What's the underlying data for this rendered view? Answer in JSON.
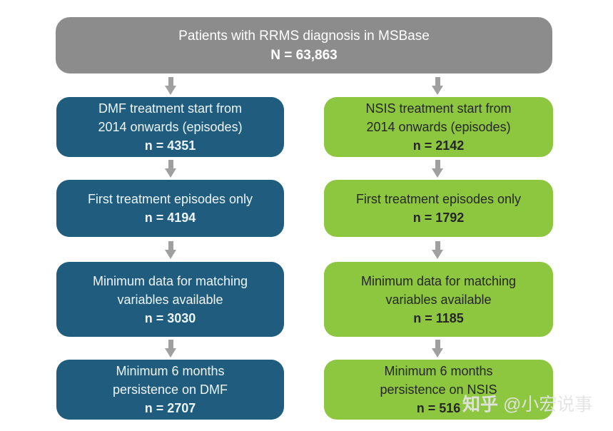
{
  "root_box": {
    "lines": [
      "Patients with RRMS diagnosis in MSBase"
    ],
    "count": "N = 63,863"
  },
  "columns": {
    "dmf": {
      "boxes": [
        {
          "lines": [
            "DMF treatment start from",
            "2014 onwards (episodes)"
          ],
          "count": "n = 4351"
        },
        {
          "lines": [
            "First treatment episodes only"
          ],
          "count": "n = 4194"
        },
        {
          "lines": [
            "Minimum data for matching",
            "variables available"
          ],
          "count": "n = 3030"
        },
        {
          "lines": [
            "Minimum 6 months",
            "persistence on DMF"
          ],
          "count": "n = 2707"
        }
      ]
    },
    "nsis": {
      "boxes": [
        {
          "lines": [
            "NSIS treatment start from",
            "2014 onwards (episodes)"
          ],
          "count": "n = 2142"
        },
        {
          "lines": [
            "First treatment episodes only"
          ],
          "count": "n = 1792"
        },
        {
          "lines": [
            "Minimum data for matching",
            "variables available"
          ],
          "count": "n = 1185"
        },
        {
          "lines": [
            "Minimum 6 months",
            "persistence on NSIS"
          ],
          "count": "n = 516"
        }
      ]
    }
  },
  "colors": {
    "root": "#8c8c8c",
    "dmf": "#1f5c7d",
    "nsis": "#8dc63f",
    "arrow": "#a0a0a0"
  },
  "watermark": {
    "brand": "知乎",
    "handle": " @小宏说事"
  }
}
